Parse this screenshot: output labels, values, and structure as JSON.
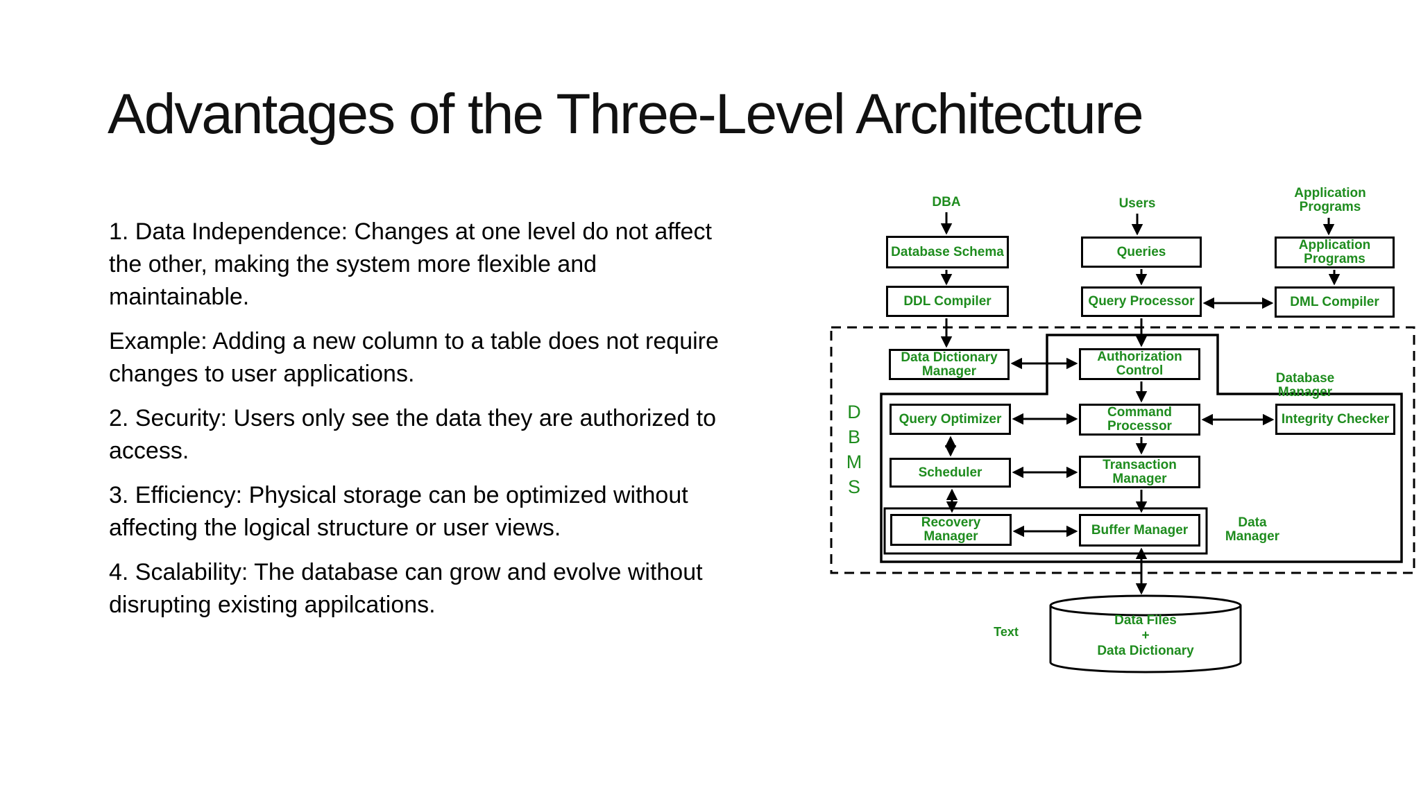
{
  "slide": {
    "title": "Advantages of the Three-Level Architecture"
  },
  "body": {
    "paragraphs": [
      "1. Data Independence: Changes at one level do not affect\nthe other, making the system more flexible and\nmaintainable.",
      "Example: Adding a new column to a table does not require\nchanges to user applications.",
      "2. Security: Users only see the data they are authorized to\naccess.",
      "3. Efficiency: Physical storage can be optimized without\naffecting the logical structure or user views.",
      "4. Scalability: The database can grow and evolve without\ndisrupting existing appilcations."
    ]
  },
  "diagram": {
    "colors": {
      "green": "#1e8c1e",
      "line": "#000000"
    },
    "labels": {
      "dba": "DBA",
      "users": "Users",
      "application_programs": "Application\nPrograms",
      "dbms_vertical": "D\nB\nM\nS",
      "database_manager": "Database Manager",
      "data_manager": "Data\nManager",
      "text": "Text",
      "cylinder": "Data Files\n+\nData Dictionary"
    },
    "boxes": {
      "database_schema": "Database Schema",
      "ddl_compiler": "DDL Compiler",
      "queries": "Queries",
      "query_processor": "Query Processor",
      "application_programs": "Application\nPrograms",
      "dml_compiler": "DML Compiler",
      "data_dictionary_manager": "Data Dictionary\nManager",
      "authorization_control": "Authorization\nControl",
      "query_optimizer": "Query Optimizer",
      "command_processor": "Command\nProcessor",
      "integrity_checker": "Integrity Checker",
      "scheduler": "Scheduler",
      "transaction_manager": "Transaction\nManager",
      "recovery_manager": "Recovery\nManager",
      "buffer_manager": "Buffer Manager"
    }
  }
}
